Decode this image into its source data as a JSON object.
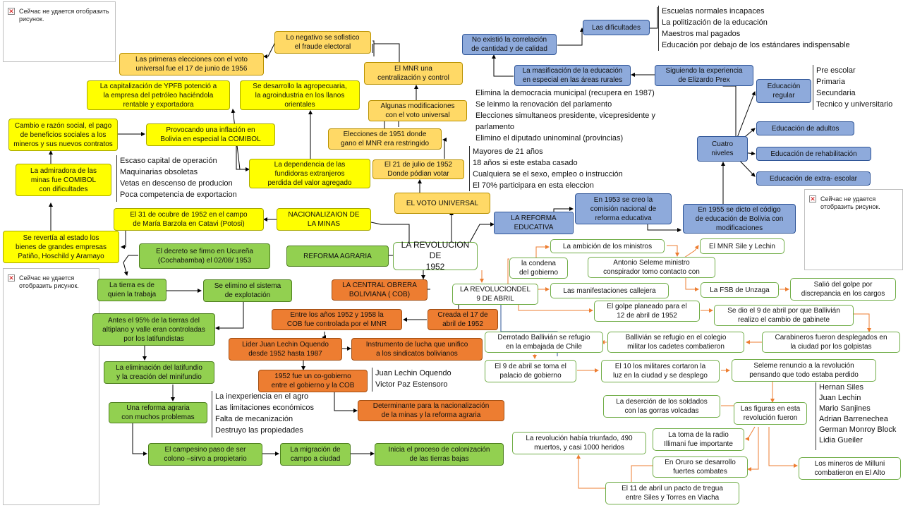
{
  "broken_image": {
    "message": "Сейчас не удается отобразить рисунок.",
    "icon": "broken-image-icon"
  },
  "colors": {
    "yellow": "#ffff00",
    "light_yellow": "#ffd966",
    "blue": "#8eaadb",
    "green": "#92d050",
    "orange": "#ed7d31",
    "outline_green": "#70ad47",
    "connector_orange": "#ed7d31"
  },
  "center": "LA REVOLUCION DE\n1952",
  "yellow_branch": {
    "nacionalizacion": "NACIONALIZAION DE\nLA MINAS",
    "fecha_nacionalizacion": "El 31 de ocubre de 1952 en el campo\nde María Barzola en Catavi (Potosi)",
    "revertia": "Se revertía al estado los\nbienes de grandes empresas\nPatiño, Hoschild y Aramayo",
    "admiradora": "La admiradora de las\nminas fue COMIBOL\ncon dificultades",
    "cambio_razon": "Cambio e razón social, el pago\nde beneficios sociales a los\nmineros y sus nuevos contratos",
    "inflacion": "Provocando una inflación en\nBolivia en especial la COMIBOL",
    "dependencia": "La dependencia de las\nfundidoras extranjeros\nperdida del valor agregado",
    "capitalizacion": "La capitalización de YPFB potenció a\nla empresa del petróleo haciéndola\nrentable y exportadora",
    "agropecuaria": "Se desarrollo la agropecuaria,\nla agroindustria en los llanos\norientales",
    "problemas": "Escaso capital de operación\nMaquinarias obsoletas\nVetas en descenso de producion\nPoca competencia de exportacion"
  },
  "voto_branch": {
    "voto": "EL VOTO UNIVERSAL",
    "fecha_voto": "El 21 de julio de 1952\nDonde pódian votar",
    "requisitos": "Mayores de 21 años\n18 años si este estaba casado\nCualquiera se el sexo, empleo o instrucción\nEl 70% participara en esta eleccion",
    "elecciones_1951": "Elecciones de 1951 donde\ngano el MNR era restringido",
    "modificaciones": "Algunas modificaciones\ncon el voto universal",
    "mnr_centralizacion": "El MNR una\ncentralización y control",
    "negativo": "Lo negativo se sofistico\nel fraude electoral",
    "primeras_elecciones": "Las primeras elecciones con el voto\nuniversal fue el 17 de junio de 1956",
    "cambios_electorales": "Elimina la democracia municipal (recupera en 1987)\nSe leinmo la renovación del parlamento\nElecciones simultaneos presidente, vicepresidente y parlamento\nElimino el diputado uninominal (provincias)"
  },
  "reforma_educativa": {
    "reforma": "LA REFORMA\nEDUCATIVA",
    "comision": "En 1953 se creo la\ncomisión nacional de\nreforma educativa",
    "codigo": "En 1955 se dicto el código\nde educación de Bolivia con\nmodificaciones",
    "cuatro_niveles": "Cuatro\nniveles",
    "regular": "Educación\nregular",
    "regular_niveles": "Pre escolar\nPrimaria\nSecundaria\nTecnico y universitario",
    "adultos": "Educación de adultos",
    "rehabilitacion": "Educación de rehabilitación",
    "extra_escolar": "Educación de extra- escolar",
    "elizardo": "Siguiendo la experiencia\nde Elizardo Prex",
    "masificacion": "La masificación de la educación\nen especial en las áreas rurales",
    "no_correlacion": "No existió la correlación\nde cantidad y de calidad",
    "dificultades": "Las dificultades",
    "dificultades_lista": "Escuelas normales incapaces\nLa politización de la educación\nMaestros mal pagados\nEducación por debajo de los estándares indispensable"
  },
  "reforma_agraria": {
    "reforma": "REFORMA AGRARIA",
    "decreto": "El decreto se firmo en Ucureña\n(Cochabamba) el 02/08/ 1953",
    "tierra": "La tierra es de\nquien la trabaja",
    "explotacion": "Se elimino el sistema\nde explotación",
    "latifundistas": "Antes el 95% de la tierras del\naltiplano y valle eran controladas\npor los latifundistas",
    "eliminacion": "La eliminación del latifundio\ny la creación del minifundio",
    "muchos_problemas": "Una reforma agraria\ncon muchos problemas",
    "problemas_lista": "La inexperiencia en el agro\nLas limitaciones económicos\nFalta de mecanización\nDestruyo las propiedades",
    "campesino": "El campesino paso de ser\ncolono –sirvo a propietario",
    "migracion": "La migración de\ncampo a ciudad",
    "colonizacion": "Inicia el proceso de colonización\nde las tierras bajas"
  },
  "cob_branch": {
    "cob": "LA CENTRAL OBRERA\nBOLIVIANA ( COB)",
    "creada": "Creada el 17 de\nabril de 1952",
    "controlada": "Entre los años 1952 y 1958 la\nCOB fue controlada por el MNR",
    "lider": "Lider Juan Lechin Oquendo\ndesde 1952 hasta 1987",
    "instrumento": "Instrumento de lucha que unifico\na los sindicatos bolivianos",
    "cogobierno": "1952 fue un co-gobierno\nentre el gobierno y la COB",
    "cogobierno_lista": "Juan Lechin Oquendo\nVictor Paz Estensoro",
    "determinante": "Determinante para la nacionalización\nde la minas y la reforma agraria"
  },
  "abril_branch": {
    "revolucion_abril": "LA REVOLUCIONDEL\n9 DE ABRIL",
    "condena": "la condena\ndel gobierno",
    "ambicion": "La ambición de los ministros",
    "seleme": "Antonio Seleme ministro\nconspirador tomo contacto con",
    "mnr_siles": "El MNR Sile y Lechin",
    "manifestaciones": "Las manifestaciones callejera",
    "fsb": "La FSB de Unzaga",
    "salio": "Salió del golpe por\ndiscrepancia en los cargos",
    "golpe_planeado": "El golpe planeado para el\n12 de abril de 1952",
    "nueve_abril": "Se dio el 9 de abril por que Ballivián\nrealizo el cambio de gabinete",
    "carabineros": "Carabineros fueron desplegados en\nla ciudad por los golpistas",
    "colegio_militar": "Ballivián se refugio en el colegio\nmilitar los cadetes combatieron",
    "derrotado": "Derrotado Ballivián se refugio\nen la embajada de Chile",
    "toma_palacio": "El 9 de abril se toma el\npalacio de gobierno",
    "diez_militares": "El 10 los militares cortaron la\nluz en la ciudad y se desplego",
    "seleme_renuncia": "Seleme renuncio a la revolución\npensando que todo estaba perdido",
    "figuras": "Las figuras en esta\nrevolución fueron",
    "figuras_lista": "Hernan Siles\nJuan Lechin\nMario Sanjines\nAdrian Barrenechea\nGerman Monroy Block\nLidia Gueiler",
    "desercion": "La deserción de los soldados\ncon las gorras volcadas",
    "radio": "La toma de la radio\nIllimani fue importante",
    "triunfado": "La revolución había triunfado, 490\nmuertos, y casi 1000 heridos",
    "oruro": "En Oruro se desarrollo\nfuertes combates",
    "milluni": "Los mineros de Milluni\ncombatieron en El Alto",
    "tregua": "El 11 de abril un pacto de tregua\nentre Siles y Torres en Viacha"
  }
}
